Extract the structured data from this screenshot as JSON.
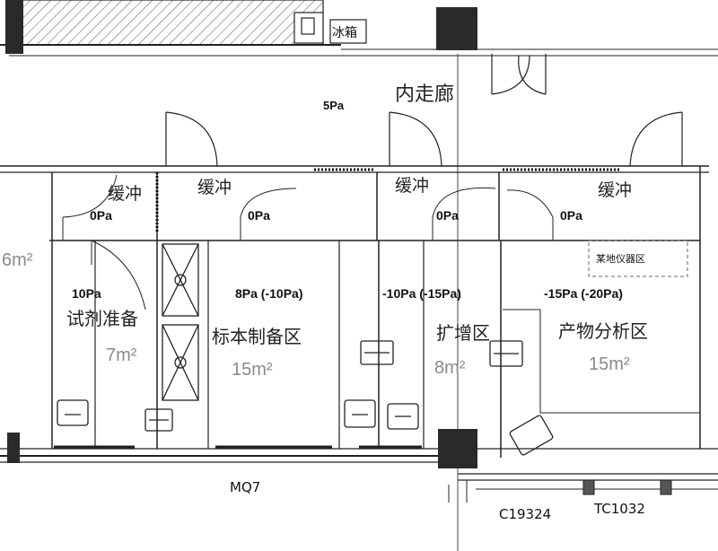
{
  "labels": {
    "fridge": "冰箱",
    "corridor": "内走廊",
    "corridor_pressure": "5Pa",
    "buffer": "缓冲",
    "zero_pa": "0Pa",
    "instrument_zone": "某地仪器区",
    "partial_area": "6m²",
    "rooms": [
      {
        "pressure": "10Pa",
        "name": "试剂准备",
        "area": "7m²"
      },
      {
        "pressure": "8Pa (-10Pa)",
        "name": "标本制备区",
        "area": "15m²"
      },
      {
        "pressure": "-10Pa (-15Pa)",
        "name": "扩增区",
        "area": "8m²"
      },
      {
        "pressure": "-15Pa (-20Pa)",
        "name": "产物分析区",
        "area": "15m²"
      }
    ],
    "wall_tag": "MQ7",
    "window_tags": [
      "C19324",
      "TC1032"
    ]
  }
}
